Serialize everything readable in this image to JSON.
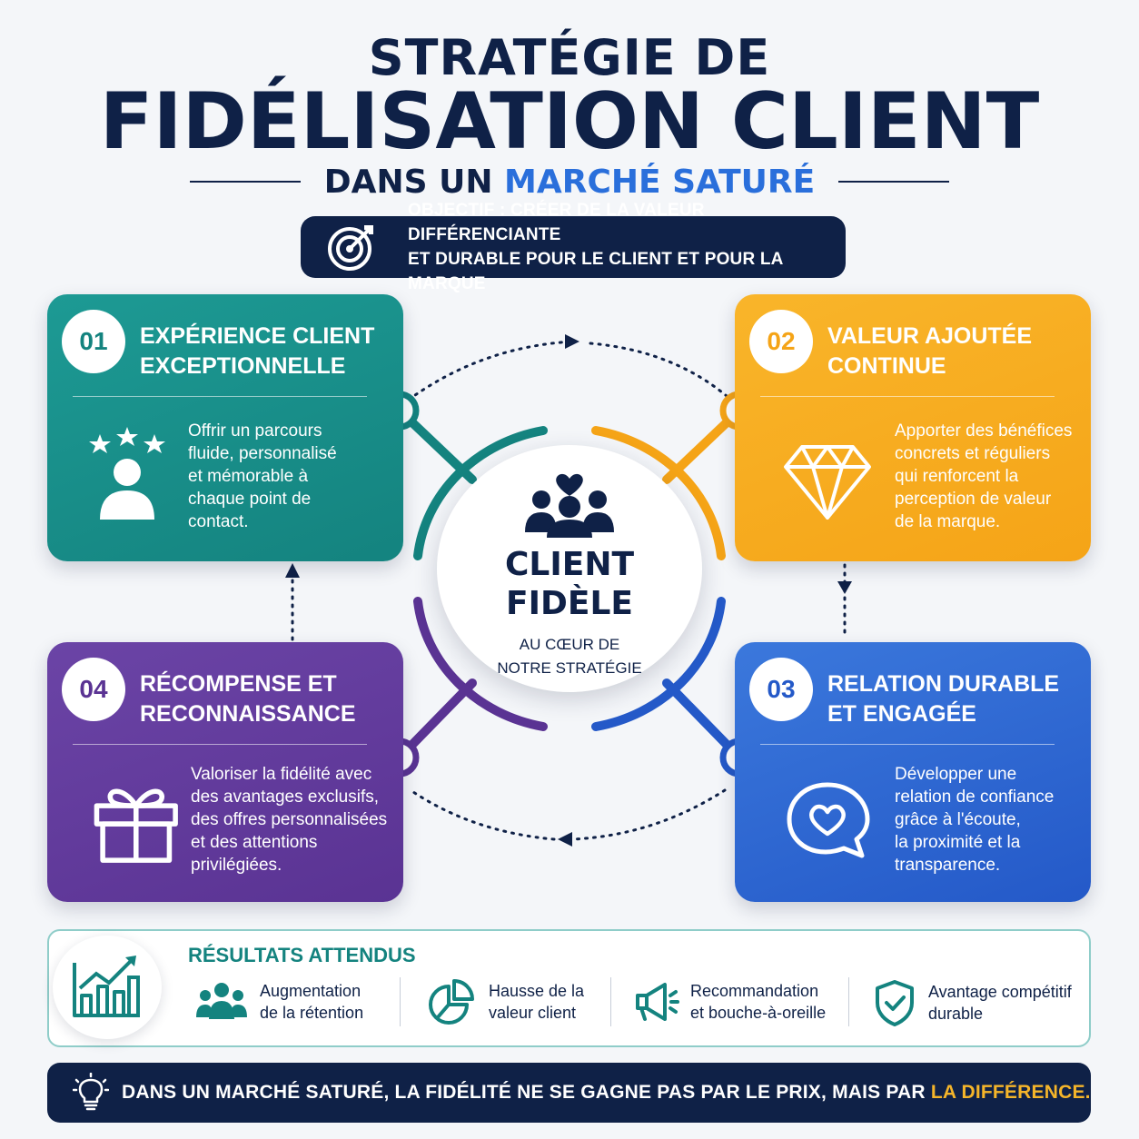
{
  "header": {
    "title_top": "STRATÉGIE DE",
    "title_main": "FIDÉLISATION CLIENT",
    "subtitle_prefix": "DANS UN",
    "subtitle_accent": "MARCHÉ SATURÉ",
    "objective_line1": "OBJECTIF : CRÉER DE LA VALEUR DIFFÉRENCIANTE",
    "objective_line2": "ET DURABLE POUR LE CLIENT ET POUR LA MARQUE"
  },
  "center": {
    "title_line1": "CLIENT",
    "title_line2": "FIDÈLE",
    "sub_line1": "AU CŒUR DE",
    "sub_line2": "NOTRE STRATÉGIE"
  },
  "cards": [
    {
      "number": "01",
      "title_line1": "EXPÉRIENCE CLIENT",
      "title_line2": "EXCEPTIONNELLE",
      "desc": [
        "Offrir un parcours",
        "fluide, personnalisé",
        "et mémorable à",
        "chaque point de",
        "contact."
      ],
      "icon": "star-rated-user-icon",
      "color": "#14837f"
    },
    {
      "number": "02",
      "title_line1": "VALEUR AJOUTÉE",
      "title_line2": "CONTINUE",
      "desc": [
        "Apporter des bénéfices",
        "concrets et réguliers",
        "qui renforcent la",
        "perception de valeur",
        "de la marque."
      ],
      "icon": "diamond-icon",
      "color": "#f5a417"
    },
    {
      "number": "03",
      "title_line1": "RELATION DURABLE",
      "title_line2": "ET ENGAGÉE",
      "desc": [
        "Développer une",
        "relation de confiance",
        "grâce à l'écoute,",
        "la proximité et la",
        "transparence."
      ],
      "icon": "heart-chat-bubble-icon",
      "color": "#2459c8"
    },
    {
      "number": "04",
      "title_line1": "RÉCOMPENSE ET",
      "title_line2": "RECONNAISSANCE",
      "desc": [
        "Valoriser la fidélité avec",
        "des avantages exclusifs,",
        "des offres personnalisées",
        "et des attentions",
        "privilégiées."
      ],
      "icon": "gift-icon",
      "color": "#5a3393"
    }
  ],
  "results": {
    "title": "RÉSULTATS ATTENDUS",
    "items": [
      {
        "line1": "Augmentation",
        "line2": "de la rétention",
        "icon": "users-group-icon"
      },
      {
        "line1": "Hausse de la",
        "line2": "valeur client",
        "icon": "pie-chart-icon"
      },
      {
        "line1": "Recommandation",
        "line2": "et bouche-à-oreille",
        "icon": "megaphone-icon"
      },
      {
        "line1": "Avantage compétitif",
        "line2": "durable",
        "icon": "shield-check-icon"
      }
    ]
  },
  "footer": {
    "text": "DANS UN MARCHÉ SATURÉ, LA FIDÉLITÉ NE SE GAGNE PAS PAR LE PRIX, MAIS PAR ",
    "accent": "LA DIFFÉRENCE."
  },
  "colors": {
    "navy": "#0f2147",
    "teal": "#14837f",
    "orange": "#f5a417",
    "blue": "#2459c8",
    "purple": "#5a3393",
    "accent_blue": "#2a6fdb",
    "accent_yellow": "#f5b52a"
  }
}
